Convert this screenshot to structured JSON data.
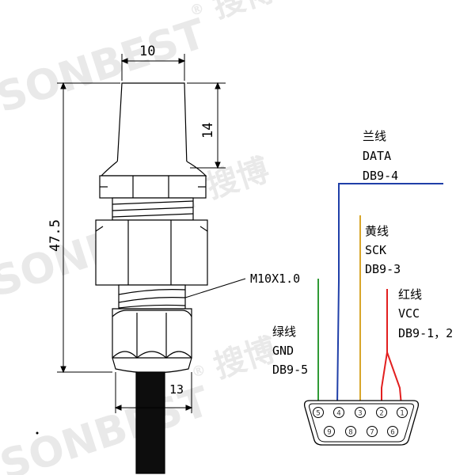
{
  "watermark": {
    "brand": "SONBEST",
    "reg_mark": "®",
    "cn": "搜博"
  },
  "dimensions": {
    "top_width": "10",
    "top_height": "14",
    "total_length": "47.5",
    "thread": "M10X1.0",
    "cable_nut": "13"
  },
  "wires": {
    "blue": {
      "name": "兰线",
      "signal": "DATA",
      "pin": "DB9-4",
      "color": "#1f3fa8"
    },
    "yellow": {
      "name": "黄线",
      "signal": "SCK",
      "pin": "DB9-3",
      "color": "#d8a62a"
    },
    "red": {
      "name": "红线",
      "signal": "VCC",
      "pin": "DB9-1，2",
      "color": "#e21f1f"
    },
    "green": {
      "name": "绿线",
      "signal": "GND",
      "pin": "DB9-5",
      "color": "#2f9a35"
    }
  },
  "connector": {
    "top_row": [
      "5",
      "4",
      "3",
      "2",
      "1"
    ],
    "bottom_row": [
      "9",
      "8",
      "7",
      "6"
    ]
  }
}
